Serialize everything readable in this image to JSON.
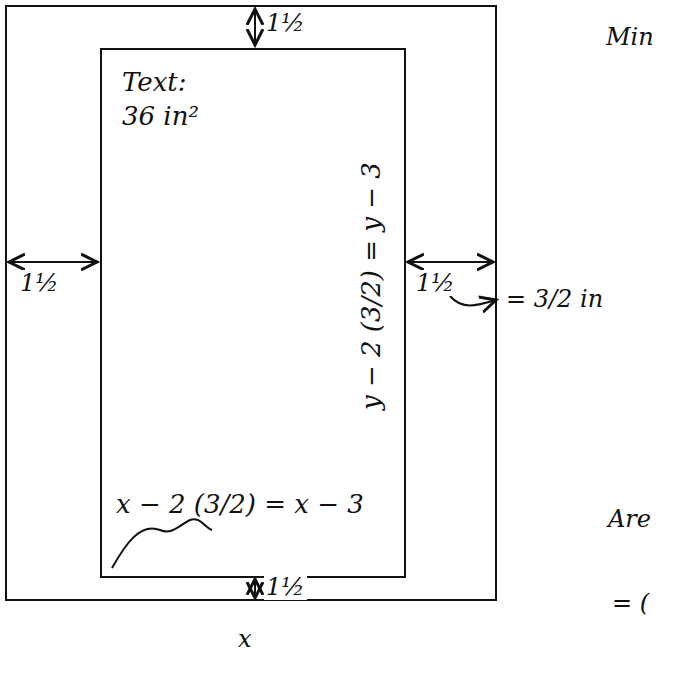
{
  "diagram": {
    "nodes": [
      {
        "text": [
          "Text:",
          "36 in²",
          "y − 2 (3/2) = y − 3",
          "x − 2 (3/2) = x − 3"
        ]
      }
    ],
    "labels": [
      "1½",
      "1½",
      "1½",
      "1½",
      "= 3/2 in",
      "x",
      "Min",
      "Are",
      "= ("
    ]
  }
}
